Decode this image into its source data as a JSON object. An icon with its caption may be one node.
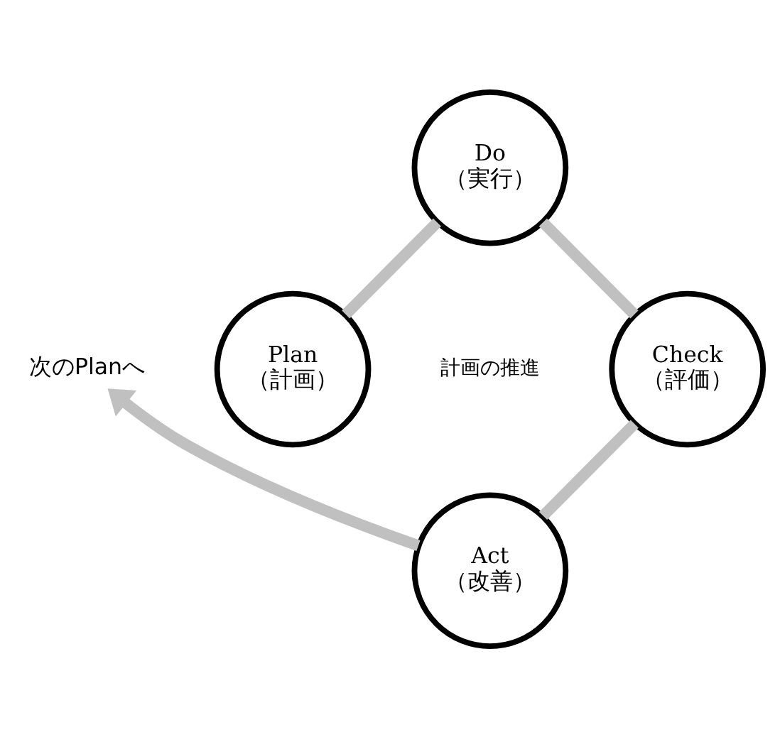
{
  "diagram": {
    "nodes": [
      {
        "text": [
          "Do",
          "（実行）"
        ]
      },
      {
        "text": [
          "次のPlanへ"
        ]
      },
      {
        "text": [
          "Plan",
          "（計画）"
        ]
      },
      {
        "text": [
          "Check",
          "（評価）"
        ]
      },
      {
        "text": [
          "Act",
          "（改善）"
        ]
      }
    ],
    "edges": [
      {
        "from": 2,
        "to": 0,
        "arrow": "none"
      },
      {
        "from": 0,
        "to": 3,
        "arrow": "none"
      },
      {
        "from": 3,
        "to": 4,
        "arrow": "none"
      },
      {
        "from": 4,
        "to": 1,
        "arrow": "to"
      }
    ],
    "labels": [
      "計画の推進"
    ]
  }
}
